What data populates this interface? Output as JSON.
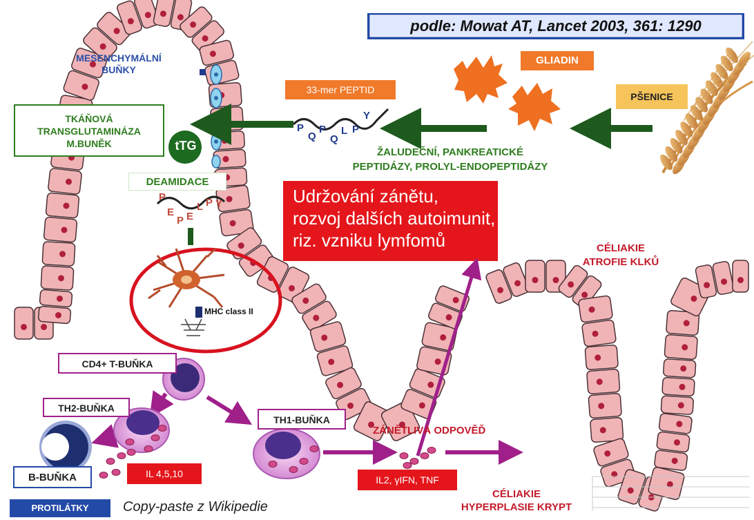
{
  "citation": "podle: Mowat AT, Lancet 2003, 361: 1290",
  "labels": {
    "gliadin": "GLIADIN",
    "psenice": "PŠENICE",
    "peptide33": "33-mer PEPTID",
    "mesenchymal": [
      "MESENCHYMÁLNÍ",
      "BUŇKY"
    ],
    "ttg_box": [
      "TKÁŇOVÁ",
      "TRANSGLUTAMINÁZA",
      "M.BUNĚK"
    ],
    "ttg": "tTG",
    "enzymes": [
      "ŽALUDEČNÍ, PANKREATICKÉ",
      "PEPTIDÁZY, PROLYL-ENDOPEPTIDÁZY"
    ],
    "deamidation": "DEAMIDACE",
    "inflammation_box": [
      "Udržování zánětu,",
      "rozvoj dalších autoimunit,",
      "riz. vzniku lymfomů"
    ],
    "atrophy": [
      "CÉLIAKIE",
      "ATROFIE KLKŮ"
    ],
    "mhc": "MHC class II",
    "cd4": "CD4+ T-BUŇKA",
    "th2": "TH2-BUŇKA",
    "th1": "TH1-BUŇKA",
    "b_cell": "B-BUŇKA",
    "il": "IL 4,5,10",
    "response": "ZÁNĚTLIVÁ ODPOVĚĎ",
    "cytokines": "IL2, γIFN, TNF",
    "antibodies": "PROTILÁTKY",
    "copy": "Copy-paste z Wikipedie",
    "hyperplasia": [
      "CÉLIAKIE",
      "HYPERPLASIE KRYPT"
    ]
  },
  "peptide_letters": {
    "native": [
      "P",
      "Q",
      "P",
      "Q",
      "L",
      "P",
      "Y"
    ],
    "deamidated": [
      "P",
      "E",
      "P",
      "E",
      "L",
      "P",
      "Y"
    ]
  },
  "colors": {
    "cell_fill": "#f0b4b6",
    "cell_stroke": "#4a3035",
    "nucleus": "#b0203a",
    "green_arrow": "#1e5a1e",
    "magenta_arrow": "#a0208a",
    "red_box": "#e4161b",
    "orange": "#f07a2a",
    "gliadin": "#ee7020",
    "blue_text": "#2a4ea8",
    "green_text": "#2e7d1e",
    "ttg": "#1d6b21"
  }
}
